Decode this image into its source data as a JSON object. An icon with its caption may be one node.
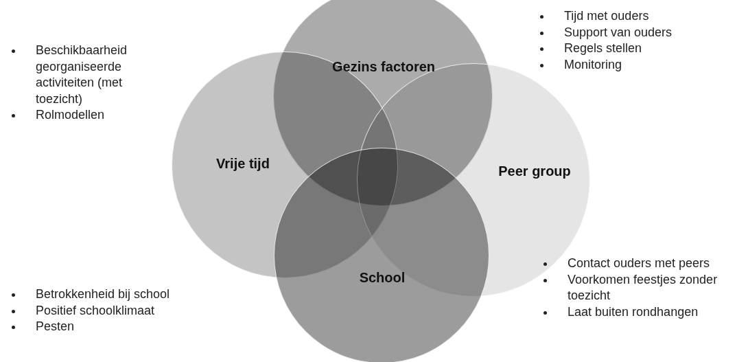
{
  "diagram": {
    "nodes": [
      {
        "text": [
          "Gezins factoren"
        ],
        "beside": [
          "Tijd met ouders",
          "Support van ouders",
          "Regels stellen",
          "Monitoring"
        ]
      },
      {
        "text": [
          "Vrije tijd"
        ],
        "beside": [
          "Beschikbaarheid georganiseerde activiteiten (met toezicht)",
          "Rolmodellen"
        ]
      },
      {
        "text": [
          "Peer group"
        ],
        "beside": [
          "Contact ouders met peers",
          "Voorkomen feestjes zonder toezicht",
          "Laat buiten rondhangen"
        ]
      },
      {
        "text": [
          "School"
        ],
        "beside": [
          "Betrokkenheid bij school",
          "Positief schoolklimaat",
          "Pesten"
        ]
      }
    ],
    "edges": []
  }
}
